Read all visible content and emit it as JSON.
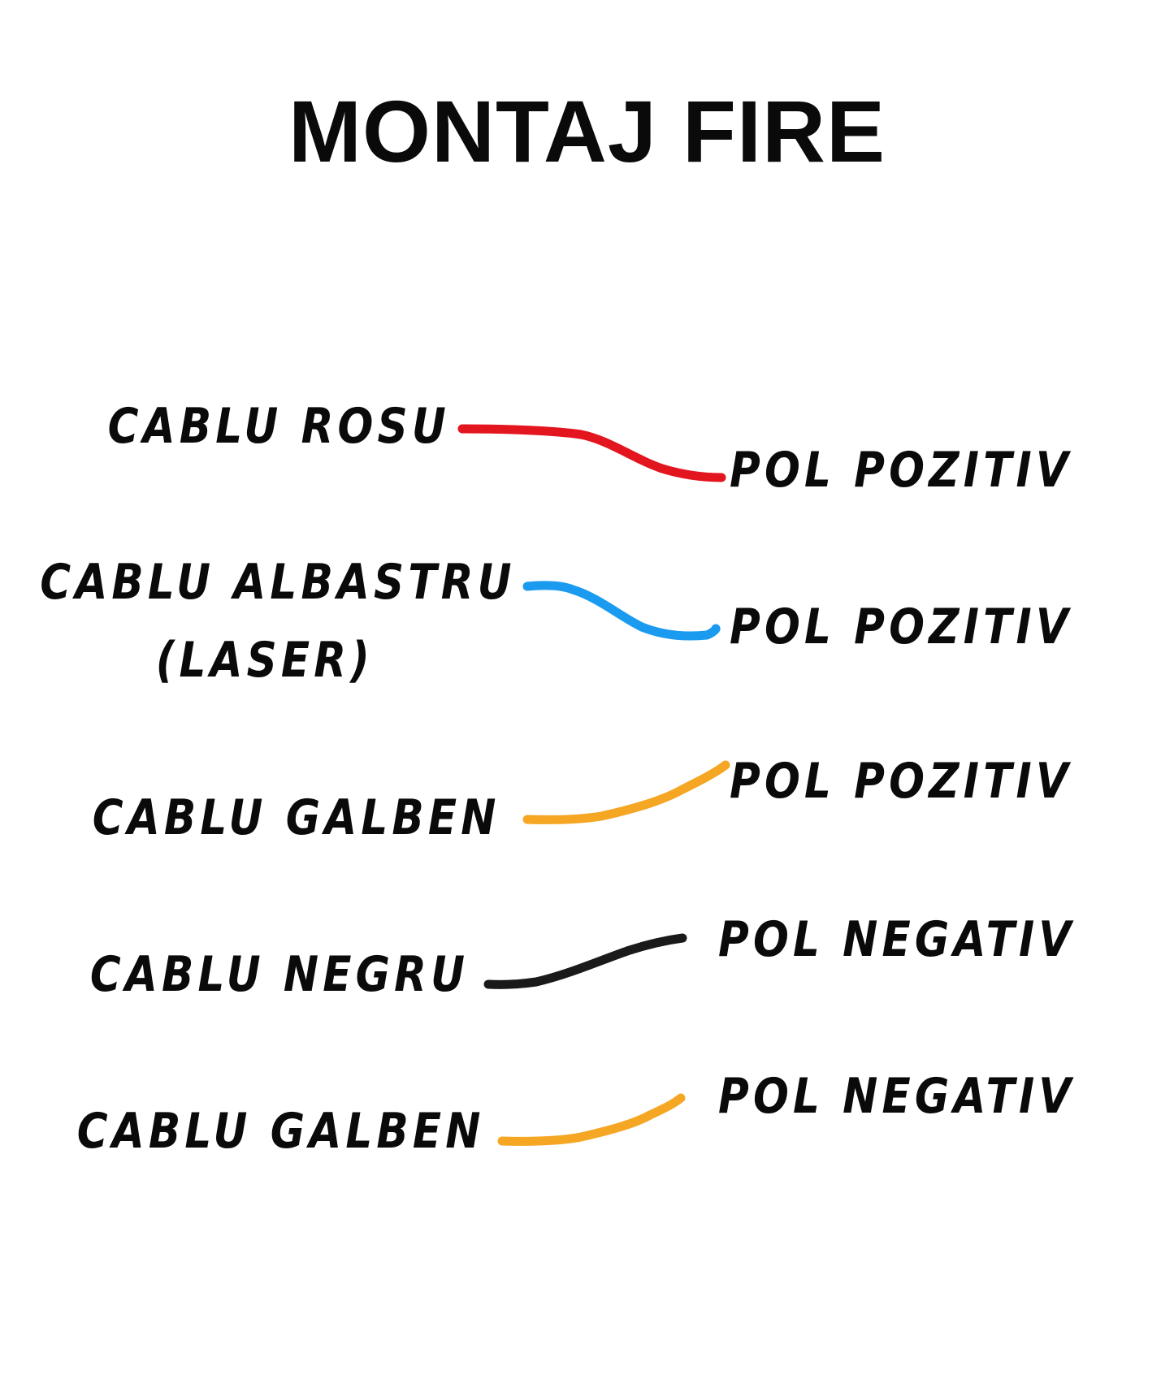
{
  "title": "MONTAJ FIRE",
  "connections": [
    {
      "cable": "CABLU ROSU",
      "pole": "POL POZITIV",
      "wire_color": "#e3151f"
    },
    {
      "cable": "CABLU ALBASTRU",
      "cable_line2": "(LASER)",
      "pole": "POL POZITIV",
      "wire_color": "#1a9bf0"
    },
    {
      "cable": "CABLU GALBEN",
      "pole": "POL POZITIV",
      "wire_color": "#f5a623"
    },
    {
      "cable": "CABLU NEGRU",
      "pole": "POL NEGATIV",
      "wire_color": "#1a1a1a"
    },
    {
      "cable": "CABLU GALBEN",
      "pole": "POL NEGATIV",
      "wire_color": "#f5a623"
    }
  ]
}
